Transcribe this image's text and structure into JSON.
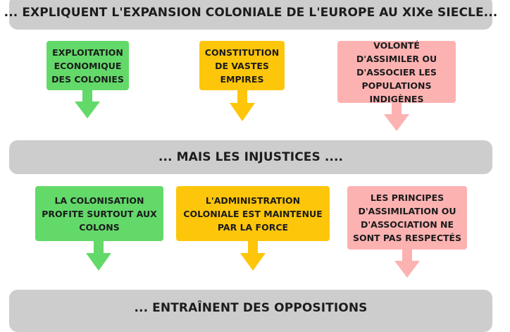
{
  "banners": {
    "top": "... EXPLIQUENT L'EXPANSION COLONIALE DE L'EUROPE AU XIXe SIECLE...",
    "middle": "... MAIS LES INJUSTICES ....",
    "bottom": "... ENTRAÎNENT DES OPPOSITIONS"
  },
  "row1": [
    {
      "text": "EXPLOITATION ECONOMIQUE DES COLONIES",
      "color": "#63d96a"
    },
    {
      "text": "CONSTITUTION DE VASTES EMPIRES",
      "color": "#fec60b"
    },
    {
      "text": "VOLONTÉ D'ASSIMILER OU D'ASSOCIER LES POPULATIONS INDIGÈNES",
      "color": "#fdb2b2"
    }
  ],
  "row2": [
    {
      "text": "LA COLONISATION PROFITE SURTOUT AUX COLONS",
      "color": "#63d96a"
    },
    {
      "text": "L'ADMINISTRATION COLONIALE EST MAINTENUE PAR LA FORCE",
      "color": "#fec60b"
    },
    {
      "text": "LES PRINCIPES D'ASSIMILATION OU D'ASSOCIATION NE SONT PAS RESPECTÉS",
      "color": "#fdb2b2"
    }
  ]
}
